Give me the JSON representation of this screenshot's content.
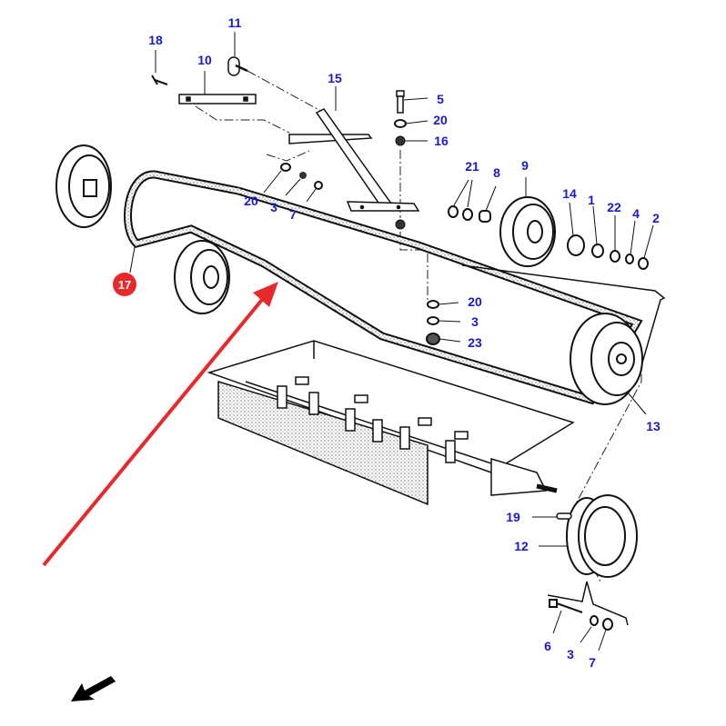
{
  "diagram": {
    "title": "",
    "label_color": "#1a1acc",
    "highlight_color": "#e8282a",
    "highlighted_part": "17",
    "callouts": [
      {
        "id": "c18",
        "text": "18"
      },
      {
        "id": "c11",
        "text": "11"
      },
      {
        "id": "c10",
        "text": "10"
      },
      {
        "id": "c15",
        "text": "15"
      },
      {
        "id": "c5",
        "text": "5"
      },
      {
        "id": "c20a",
        "text": "20"
      },
      {
        "id": "c16",
        "text": "16"
      },
      {
        "id": "c21",
        "text": "21"
      },
      {
        "id": "c8",
        "text": "8"
      },
      {
        "id": "c9",
        "text": "9"
      },
      {
        "id": "c14",
        "text": "14"
      },
      {
        "id": "c1",
        "text": "1"
      },
      {
        "id": "c22",
        "text": "22"
      },
      {
        "id": "c4",
        "text": "4"
      },
      {
        "id": "c2",
        "text": "2"
      },
      {
        "id": "c20b",
        "text": "20"
      },
      {
        "id": "c3a",
        "text": "3"
      },
      {
        "id": "c7a",
        "text": "7"
      },
      {
        "id": "c20c",
        "text": "20"
      },
      {
        "id": "c3b",
        "text": "3"
      },
      {
        "id": "c23",
        "text": "23"
      },
      {
        "id": "c13",
        "text": "13"
      },
      {
        "id": "c19",
        "text": "19"
      },
      {
        "id": "c12",
        "text": "12"
      },
      {
        "id": "c6",
        "text": "6"
      },
      {
        "id": "c3c",
        "text": "3"
      },
      {
        "id": "c7b",
        "text": "7"
      }
    ],
    "badge": {
      "text": "17"
    },
    "parts": [
      "bolt",
      "slotted-pin",
      "bracket-strip",
      "support-stand",
      "washer",
      "spacer",
      "pulley",
      "bearing",
      "circlip",
      "nut",
      "v-belt",
      "drum-pulley",
      "flange-pulley",
      "rotor-housing"
    ],
    "direction_arrow": "travel-direction-icon"
  }
}
